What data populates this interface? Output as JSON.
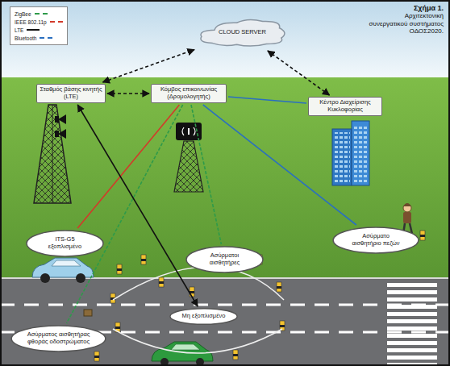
{
  "diagram": {
    "title": "Σχήμα 1.",
    "caption": "Αρχιτεκτονική συνεργατικού συστήματος ΟΔΟΣ2020.",
    "nodes": [
      {
        "text": [
          "CLOUD SERVER"
        ]
      },
      {
        "text": [
          "Σταθμός βάσης κινητής (LTE)"
        ]
      },
      {
        "text": [
          "Κόμβος επικοινωνίας (Δρομολογητής)"
        ]
      },
      {
        "text": [
          "Κέντρο Διαχείρισης Κυκλοφορίας"
        ]
      },
      {
        "text": [
          "ITS-G5 εξοπλισμένο"
        ]
      },
      {
        "text": [
          "Ασύρματοι αισθητήρες"
        ]
      },
      {
        "text": [
          "Ασύρματο αισθητήριο πεζών"
        ]
      },
      {
        "text": [
          "Ασύρματος αισθητήρας φθοράς οδοστρώματος"
        ]
      },
      {
        "text": [
          "Μη εξοπλισμένο"
        ]
      }
    ],
    "edges": [
      {
        "from": 1,
        "to": 0,
        "arrow": "both"
      },
      {
        "from": 2,
        "to": 1,
        "arrow": "both"
      },
      {
        "from": 3,
        "to": 0,
        "arrow": "both"
      },
      {
        "from": 2,
        "to": 3,
        "arrow": "none"
      },
      {
        "from": 2,
        "to": 4,
        "arrow": "none"
      },
      {
        "from": 2,
        "to": 5,
        "arrow": "none"
      },
      {
        "from": 2,
        "to": 6,
        "arrow": "none"
      },
      {
        "from": 2,
        "to": 7,
        "arrow": "none"
      },
      {
        "from": 8,
        "to": 1,
        "arrow": "both"
      }
    ],
    "legend": [
      {
        "text": "ZigBee",
        "color": "#2e9a4a"
      },
      {
        "text": "IEEE 802.11p",
        "color": "#d23a2a"
      },
      {
        "text": "LTE",
        "color": "#111111"
      },
      {
        "text": "Bluetooth",
        "color": "#2a6fc0"
      }
    ]
  }
}
